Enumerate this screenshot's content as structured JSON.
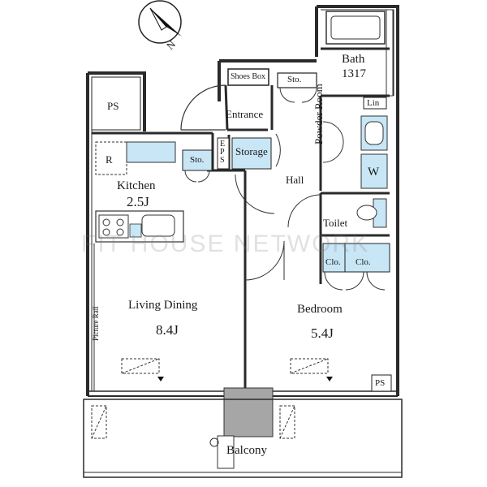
{
  "colors": {
    "wall": "#2a2a2a",
    "fixture_fill": "#c8e6f5",
    "stair_fill": "#a6a6a6",
    "line": "#3a3a3a"
  },
  "compass": {
    "north_label": "N",
    "icon": "compass-arrow-icon"
  },
  "rooms": {
    "bath": {
      "name": "Bath",
      "code": "1317"
    },
    "shoes_box": "Shoes Box",
    "sto_entrance": "Sto.",
    "entrance": "Entrance",
    "ps_top": "PS",
    "lin": "Lin",
    "powder_room": "Powder Room",
    "washer": "W",
    "eps": "EPS",
    "storage": "Storage",
    "sto_kitchen": "Sto.",
    "refrigerator": "R",
    "kitchen": {
      "name": "Kitchen",
      "size": "2.5J"
    },
    "hall": "Hall",
    "toilet": "Toilet",
    "clo1": "Clo.",
    "clo2": "Clo.",
    "picture_rail": "Picture Rail",
    "living_dining": {
      "name": "Living Dining",
      "size": "8.4J"
    },
    "bedroom": {
      "name": "Bedroom",
      "size": "5.4J"
    },
    "ps_bottom": "PS",
    "balcony": "Balcony"
  },
  "watermark": "FIT HOUSE NETWORK"
}
